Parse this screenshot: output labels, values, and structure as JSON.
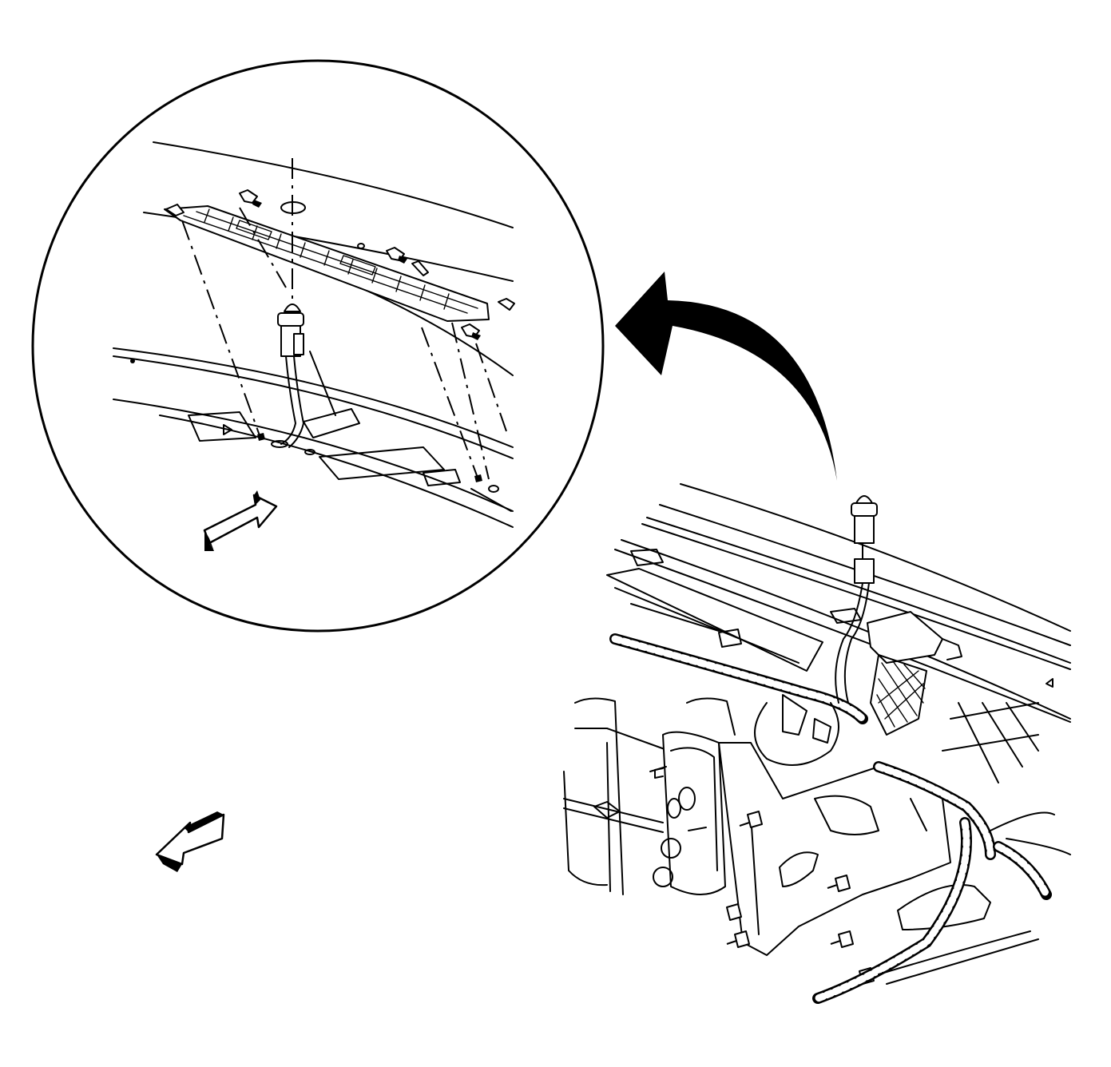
{
  "diagram": {
    "callouts": [],
    "icons": {
      "detail": "detail-circle",
      "view_arrow": "view-direction-arrow",
      "front_arrow": "vehicle-front-arrow",
      "transfer_arrow": "curved-transfer-arrow"
    },
    "colors": {
      "line": "#000000",
      "background": "#ffffff"
    }
  }
}
